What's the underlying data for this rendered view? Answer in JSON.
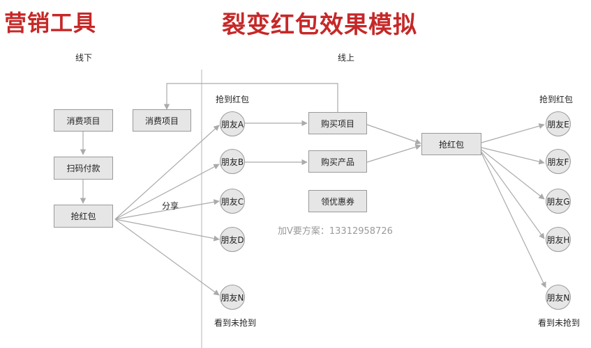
{
  "header": {
    "left_title": "营销工具",
    "main_title": "裂变红包效果模拟"
  },
  "sections": {
    "offline": "线下",
    "online": "线上"
  },
  "offline_flow": {
    "step1": "消费项目",
    "step2": "扫码付款",
    "step3": "抢红包",
    "extra": "消费项目"
  },
  "share_label": "分享",
  "friends_left": {
    "caption_top": "抢到红包",
    "caption_bottom": "看到未抢到",
    "items": [
      "朋友A",
      "朋友B",
      "朋友C",
      "朋友D",
      "朋友N"
    ]
  },
  "online_flow": {
    "buy_item": "购买项目",
    "buy_product": "购买产品",
    "coupon": "领优惠券",
    "grab": "抢红包"
  },
  "friends_right": {
    "caption_top": "抢到红包",
    "caption_bottom": "看到未抢到",
    "items": [
      "朋友E",
      "朋友F",
      "朋友G",
      "朋友H",
      "朋友N"
    ]
  },
  "watermark": "加V要方案：13312958726",
  "colors": {
    "accent": "#c62828",
    "box_fill": "#e6e6e6",
    "box_border": "#999999",
    "arrow": "#aaaaaa"
  }
}
